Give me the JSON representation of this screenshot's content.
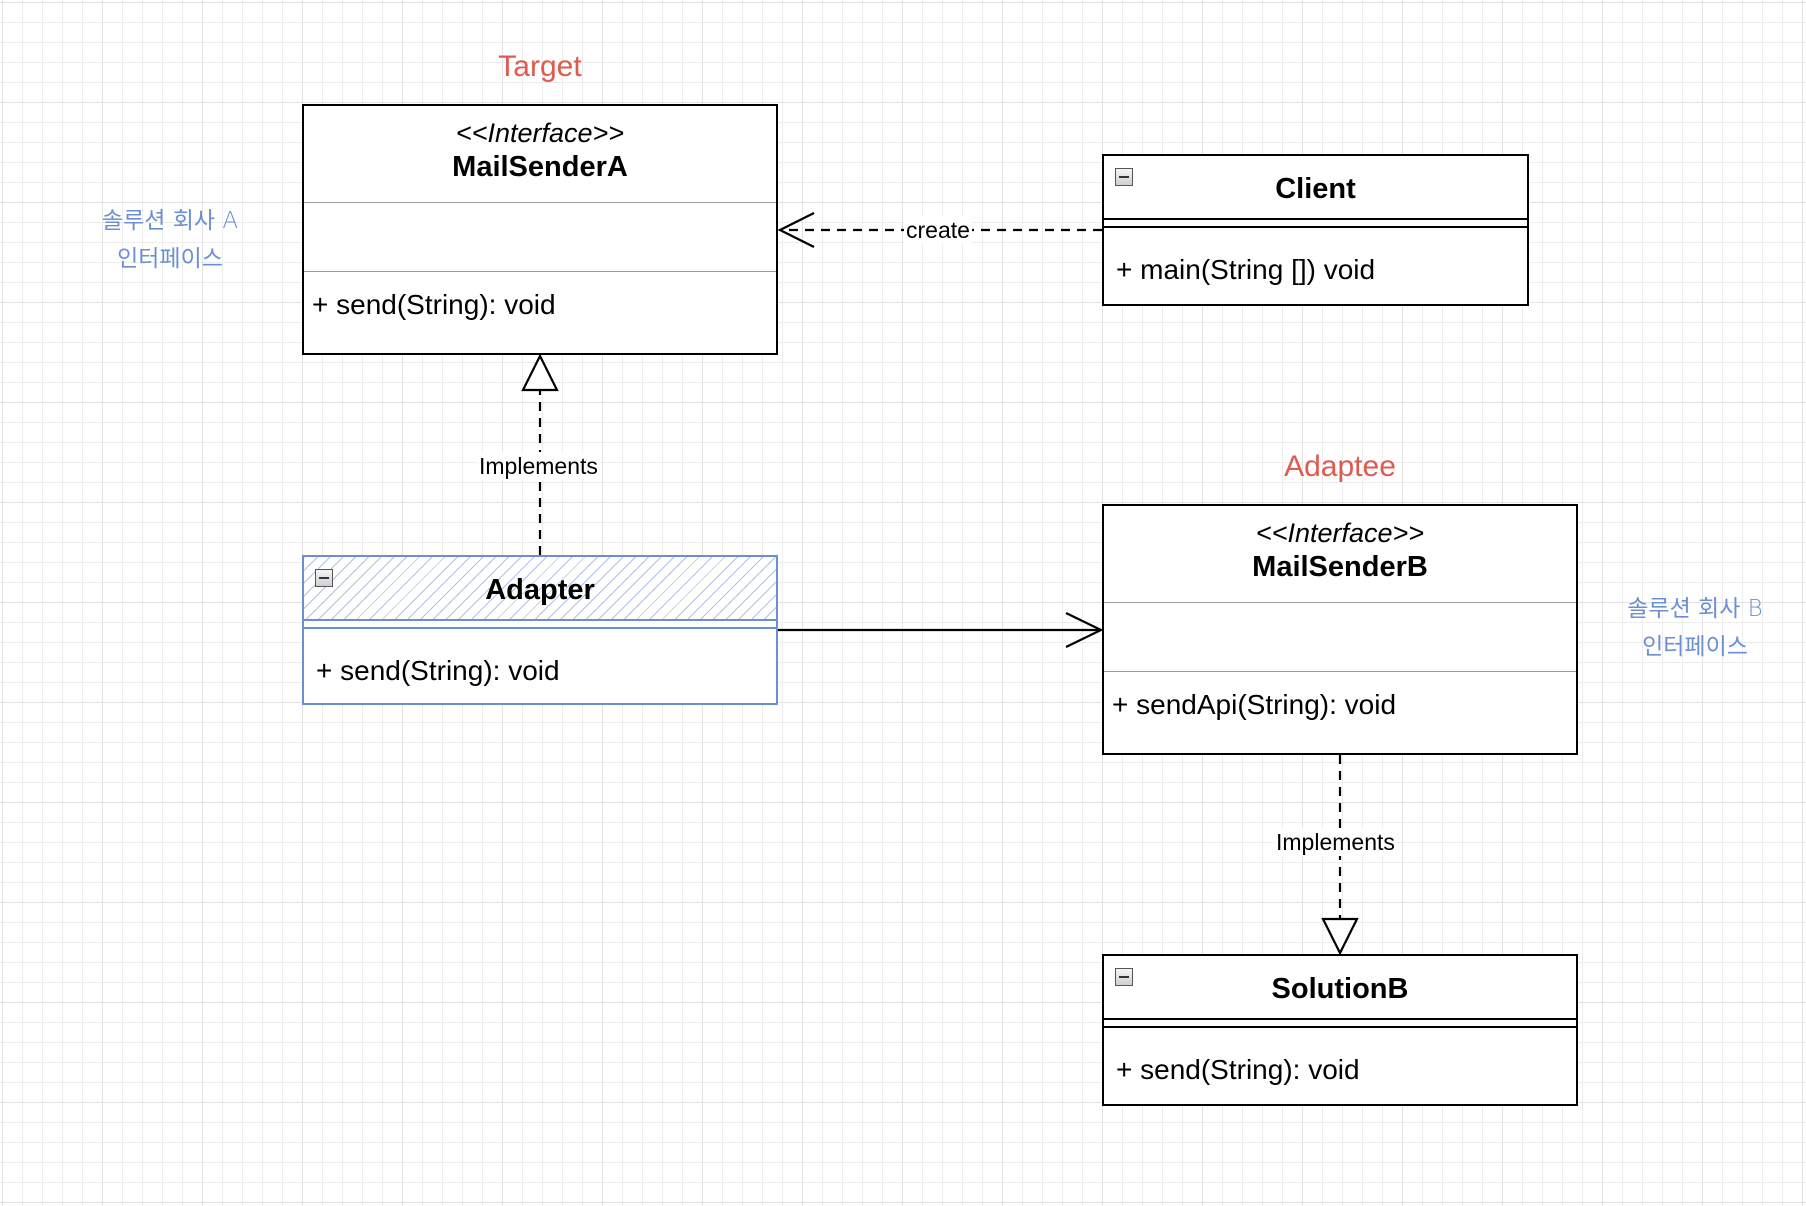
{
  "roles": {
    "target": "Target",
    "adaptee": "Adaptee"
  },
  "notes": {
    "a_line1": "솔루션 회사 A",
    "a_line2": "인터페이스",
    "b_line1": "솔루션 회사 B",
    "b_line2": "인터페이스"
  },
  "classes": {
    "mail_sender_a": {
      "stereotype": "<<Interface>>",
      "name": "MailSenderA",
      "method": "+ send(String): void"
    },
    "client": {
      "name": "Client",
      "method": "+  main(String []) void"
    },
    "adapter": {
      "name": "Adapter",
      "method": "+ send(String): void"
    },
    "mail_sender_b": {
      "stereotype": "<<Interface>>",
      "name": "MailSenderB",
      "method": "+ sendApi(String): void"
    },
    "solution_b": {
      "name": "SolutionB",
      "method": "+ send(String): void"
    }
  },
  "edges": {
    "create_label": "create",
    "implements_a_label": "Implements",
    "implements_b_label": "Implements"
  },
  "colors": {
    "role_text": "#e05a4e",
    "note_text": "#6c8fd4",
    "adapter_border": "#6c8fd4",
    "grid": "#e2e2e2"
  }
}
